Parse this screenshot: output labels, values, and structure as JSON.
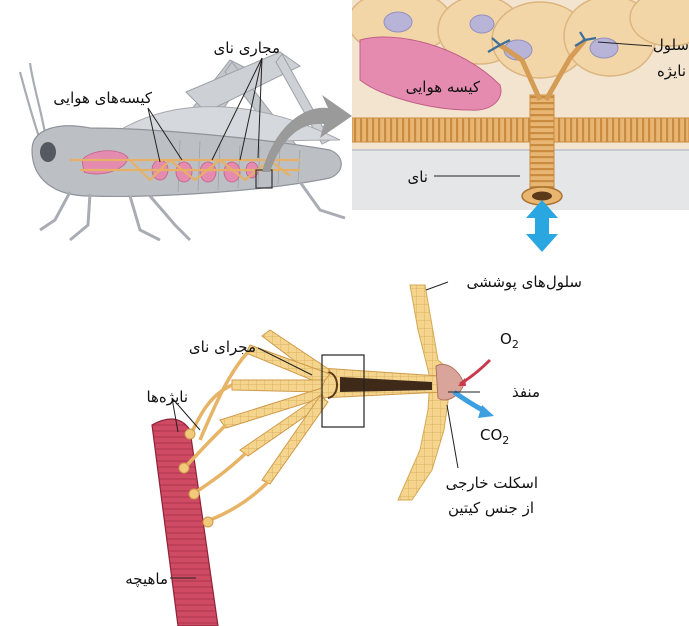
{
  "labels": {
    "air_sacs": "کیسه‌های هوایی",
    "tracheae": "مجاری نای",
    "cell_line1": "سلول",
    "cell_line2": "نایژه",
    "air_sac": "کیسه هوایی",
    "trachea": "نای",
    "epidermal_cells": "سلول‌های پوششی",
    "trachea_duct": "مجرای نای",
    "tracheoles": "نایژه‌ها",
    "spiracle": "منفذ",
    "exoskeleton_line1": "اسکلت خارجی",
    "exoskeleton_line2": "از جنس کیتین",
    "muscle": "ماهیچه",
    "o2_base": "O",
    "o2_sub": "2",
    "co2_base": "CO",
    "co2_sub": "2"
  },
  "colors": {
    "grasshopper": "#bcc0c5",
    "air_sac": "#e58bb0",
    "trachea": "#e6b066",
    "trachea_light": "#f6d99a",
    "muscle": "#c9455c",
    "arrow_blue": "#2aa6e0",
    "arrow_gray": "#9a9a9a",
    "inset_bg": "#f3e4cf"
  }
}
